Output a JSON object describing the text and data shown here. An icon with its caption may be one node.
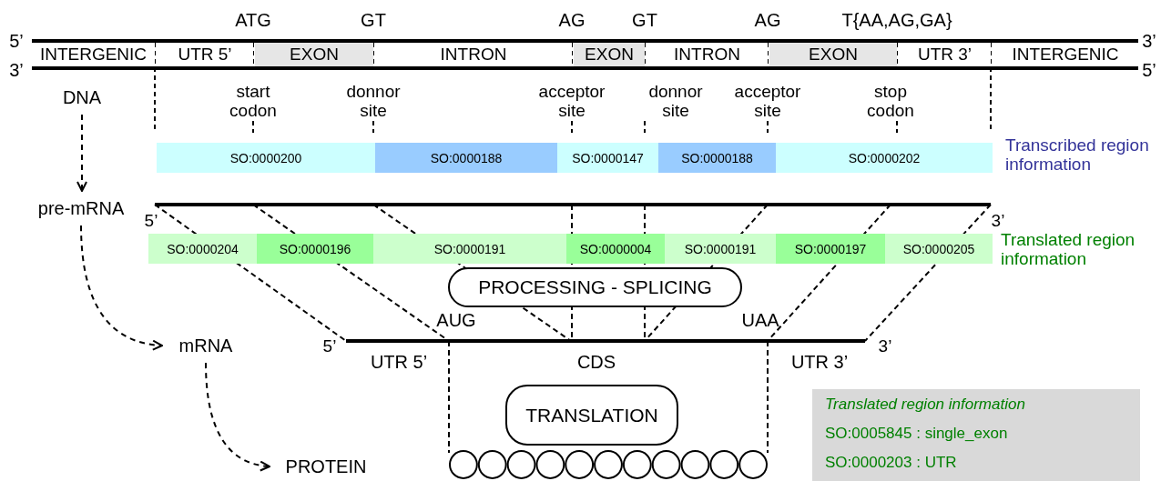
{
  "diagram": {
    "nodes": [
      {
        "text": [
          "DNA"
        ]
      },
      {
        "text": [
          "pre-mRNA"
        ]
      },
      {
        "text": [
          "mRNA"
        ]
      },
      {
        "text": [
          "PROTEIN"
        ]
      },
      {
        "text": [
          "PROCESSING - SPLICING"
        ]
      },
      {
        "text": [
          "TRANSLATION"
        ]
      },
      {
        "text": [
          "INTERGENIC"
        ]
      },
      {
        "text": [
          "UTR 5’"
        ]
      },
      {
        "text": [
          "EXON"
        ]
      },
      {
        "text": [
          "INTRON"
        ]
      },
      {
        "text": [
          "EXON"
        ]
      },
      {
        "text": [
          "INTRON"
        ]
      },
      {
        "text": [
          "EXON"
        ]
      },
      {
        "text": [
          "UTR 3’"
        ]
      },
      {
        "text": [
          "INTERGENIC"
        ]
      },
      {
        "text": [
          "SO:0000200"
        ]
      },
      {
        "text": [
          "SO:0000188"
        ]
      },
      {
        "text": [
          "SO:0000147"
        ]
      },
      {
        "text": [
          "SO:0000188"
        ]
      },
      {
        "text": [
          "SO:0000202"
        ]
      },
      {
        "text": [
          "SO:0000204"
        ]
      },
      {
        "text": [
          "SO:0000196"
        ]
      },
      {
        "text": [
          "SO:0000191"
        ]
      },
      {
        "text": [
          "SO:0000004"
        ]
      },
      {
        "text": [
          "SO:0000191"
        ]
      },
      {
        "text": [
          "SO:0000197"
        ]
      },
      {
        "text": [
          "SO:0000205"
        ]
      },
      {
        "text": [
          "Translated region information",
          "SO:0005845 : single_exon",
          "SO:0000203 : UTR"
        ]
      }
    ],
    "edges": [
      {
        "from": 0,
        "to": 1,
        "arrow": "to",
        "style": "dashed"
      },
      {
        "from": 1,
        "to": 2,
        "arrow": "to",
        "style": "dashed"
      },
      {
        "from": 2,
        "to": 3,
        "arrow": "to",
        "style": "dashed"
      }
    ],
    "labels": [
      "5’",
      "ATG",
      "GT",
      "AG",
      "GT",
      "AG",
      "T{AA,AG,GA}",
      "3’",
      "3’",
      "5’",
      "start codon",
      "donnor site",
      "acceptor site",
      "donnor site",
      "acceptor site",
      "stop codon",
      "Transcribed region information",
      "5’",
      "3’",
      "Translated region information",
      "AUG",
      "UAA",
      "5’",
      "3’",
      "UTR 5’",
      "CDS",
      "UTR 3’"
    ]
  }
}
